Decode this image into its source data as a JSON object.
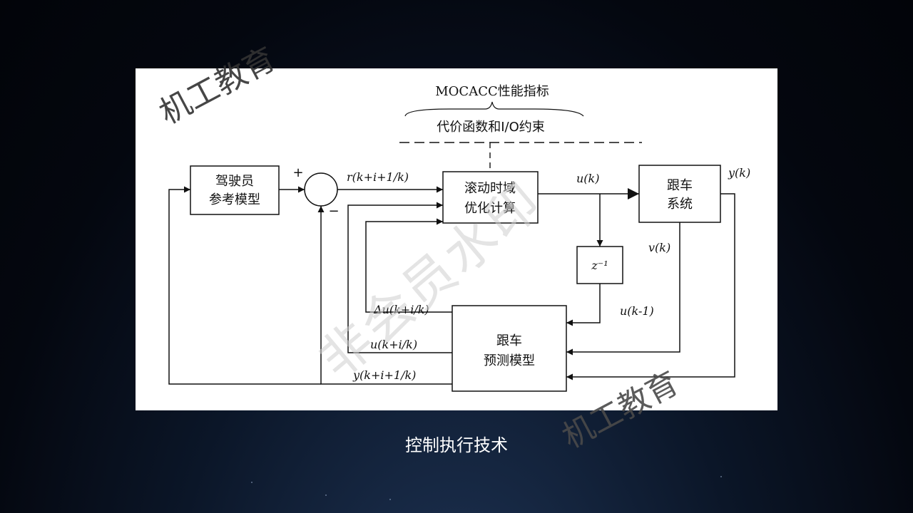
{
  "diagram": {
    "header_title": "MOCACC性能指标",
    "header_subtitle": "代价函数和I/O约束",
    "blocks": {
      "driver_model": [
        "驾驶员",
        "参考模型"
      ],
      "optimizer": [
        "滚动时域",
        "优化计算"
      ],
      "car_following_system": [
        "跟车",
        "系统"
      ],
      "delay": "z⁻¹",
      "prediction_model": [
        "跟车",
        "预测模型"
      ]
    },
    "summing_junction": {
      "plus": "+",
      "minus": "−"
    },
    "signals": {
      "reference": "r(k+i+1/k)",
      "control": "u(k)",
      "output": "y(k)",
      "velocity": "v(k)",
      "delayed_control": "u(k-1)",
      "delta_u": "Δu(k+i/k)",
      "u_pred": "u(k+i/k)",
      "y_pred": "y(k+i+1/k)"
    }
  },
  "watermarks": {
    "top": "机工教育",
    "bottom": "机工教育",
    "center": "非会员水印"
  },
  "caption": "控制执行技术"
}
